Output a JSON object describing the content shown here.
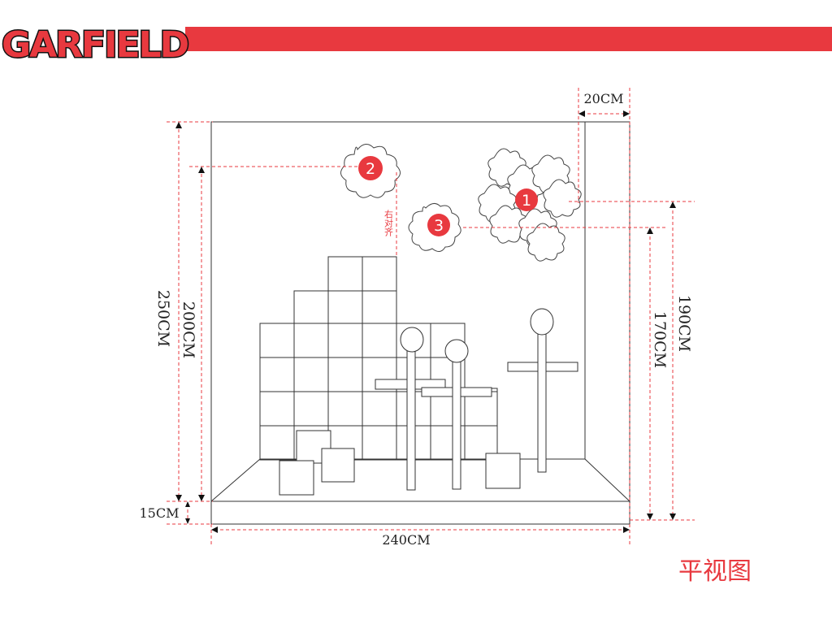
{
  "brand": {
    "logo_text": "GARFIELD",
    "accent_color": "#e8393f"
  },
  "view_title": "平视图",
  "note_align_right": "右对齐",
  "markers": [
    {
      "label": "1",
      "icon": "puzzle-flower-cluster"
    },
    {
      "label": "2",
      "icon": "flower-icon"
    },
    {
      "label": "3",
      "icon": "flower-icon"
    }
  ],
  "dimensions": {
    "top_width": "20CM",
    "total_height": "250CM",
    "inner_height": "200CM",
    "base_height": "15CM",
    "total_width": "240CM",
    "right_outer": "190CM",
    "right_inner": "170CM"
  }
}
